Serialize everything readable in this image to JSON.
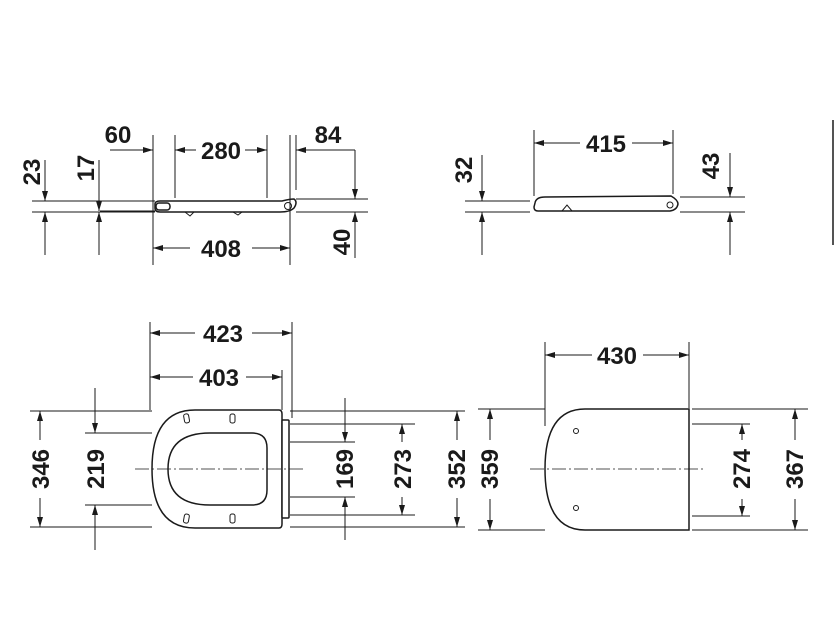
{
  "drawing": {
    "side_view_left": {
      "dims": [
        "60",
        "280",
        "84",
        "23",
        "17",
        "408",
        "40"
      ]
    },
    "side_view_right": {
      "dims": [
        "415",
        "32",
        "43"
      ]
    },
    "top_view_left": {
      "dims": [
        "423",
        "403",
        "346",
        "219",
        "169",
        "273",
        "352"
      ]
    },
    "top_view_right": {
      "dims": [
        "430",
        "359",
        "274",
        "367"
      ]
    }
  }
}
